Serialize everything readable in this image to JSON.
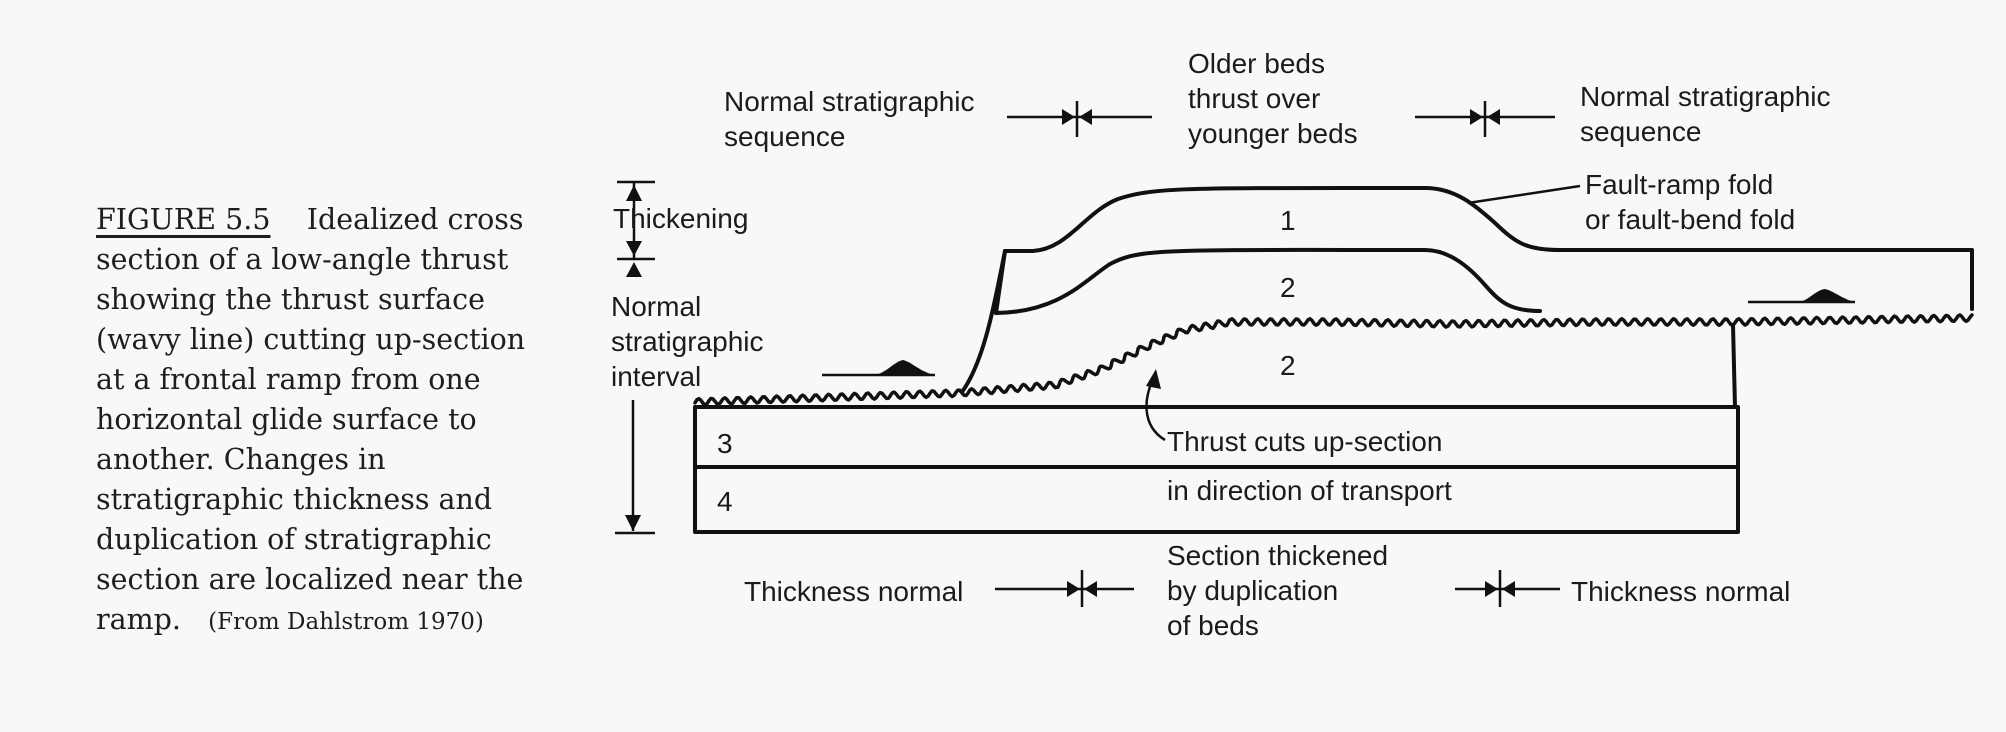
{
  "caption": {
    "label": "FIGURE 5.5",
    "text": "Idealized cross section of a low-angle thrust showing the thrust surface (wavy line) cutting up-section at a frontal ramp from one horizontal glide surface to another. Changes in stratigraphic thickness and duplication of stratigraphic section are localized near the ramp.",
    "source": "(From Dahlstrom 1970)"
  },
  "top_labels": {
    "left": [
      "Normal stratigraphic",
      "sequence"
    ],
    "center": [
      "Older beds",
      "thrust over",
      "younger beds"
    ],
    "right": [
      "Normal stratigraphic",
      "sequence"
    ]
  },
  "side_labels": {
    "thickening": "Thickening",
    "normal_interval": [
      "Normal",
      "stratigraphic",
      "interval"
    ]
  },
  "fold_label": [
    "Fault-ramp fold",
    "or fault-bend fold"
  ],
  "bed_numbers": {
    "upper_1": "1",
    "upper_2": "2",
    "lower_2": "2",
    "lower_3": "3",
    "lower_4": "4"
  },
  "thrust_note": [
    "Thrust cuts up-section",
    "in direction of transport"
  ],
  "bottom_labels": {
    "left": "Thickness normal",
    "center": [
      "Section thickened",
      "by duplication",
      "of beds"
    ],
    "right": "Thickness normal"
  },
  "colors": {
    "ink": "#111111",
    "background": "#f7f8fa"
  }
}
